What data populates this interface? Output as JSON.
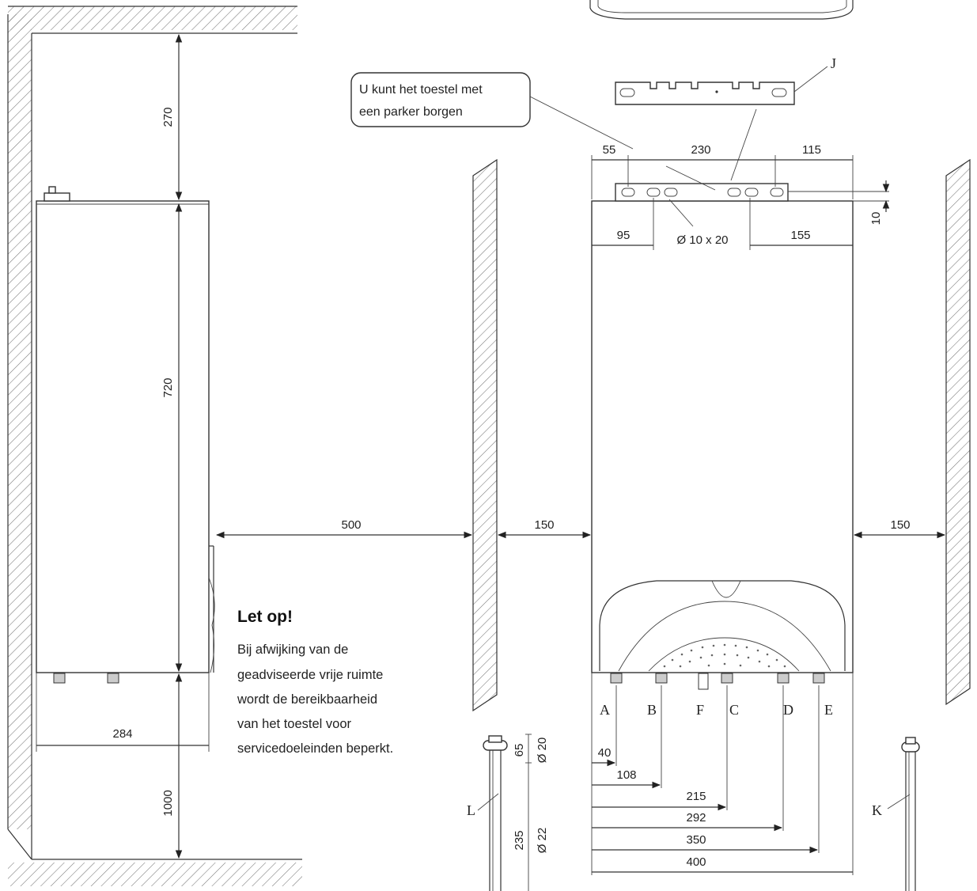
{
  "side_view": {
    "clearance_top": "270",
    "height": "720",
    "clearance_bottom": "1000",
    "depth": "284",
    "clearance_front": "500"
  },
  "front_view": {
    "clearance_left": "150",
    "clearance_right": "150",
    "bracket_left_offset": "55",
    "bracket_hole_spacing": "230",
    "bracket_right_offset": "115",
    "bracket_height": "10",
    "slot_left": "95",
    "slot_size": "Ø 10 x 20",
    "slot_right": "155",
    "connection_offsets": [
      "40",
      "108",
      "215",
      "292",
      "350",
      "400"
    ],
    "connection_labels": [
      "A",
      "B",
      "F",
      "C",
      "D",
      "E"
    ],
    "bracket_label": "J"
  },
  "pipes": {
    "left_label": "L",
    "right_label": "K",
    "top_length": "65",
    "top_diameter": "Ø 20",
    "bottom_length": "235",
    "bottom_diameter": "Ø 22"
  },
  "callout": {
    "line1": "U kunt  het toestel met",
    "line2": "een parker borgen"
  },
  "note": {
    "title": "Let op!",
    "lines": [
      "Bij afwijking van de",
      "geadviseerde vrije ruimte",
      "wordt de bereikbaarheid",
      "van het toestel voor",
      "servicedoeleinden beperkt."
    ]
  }
}
